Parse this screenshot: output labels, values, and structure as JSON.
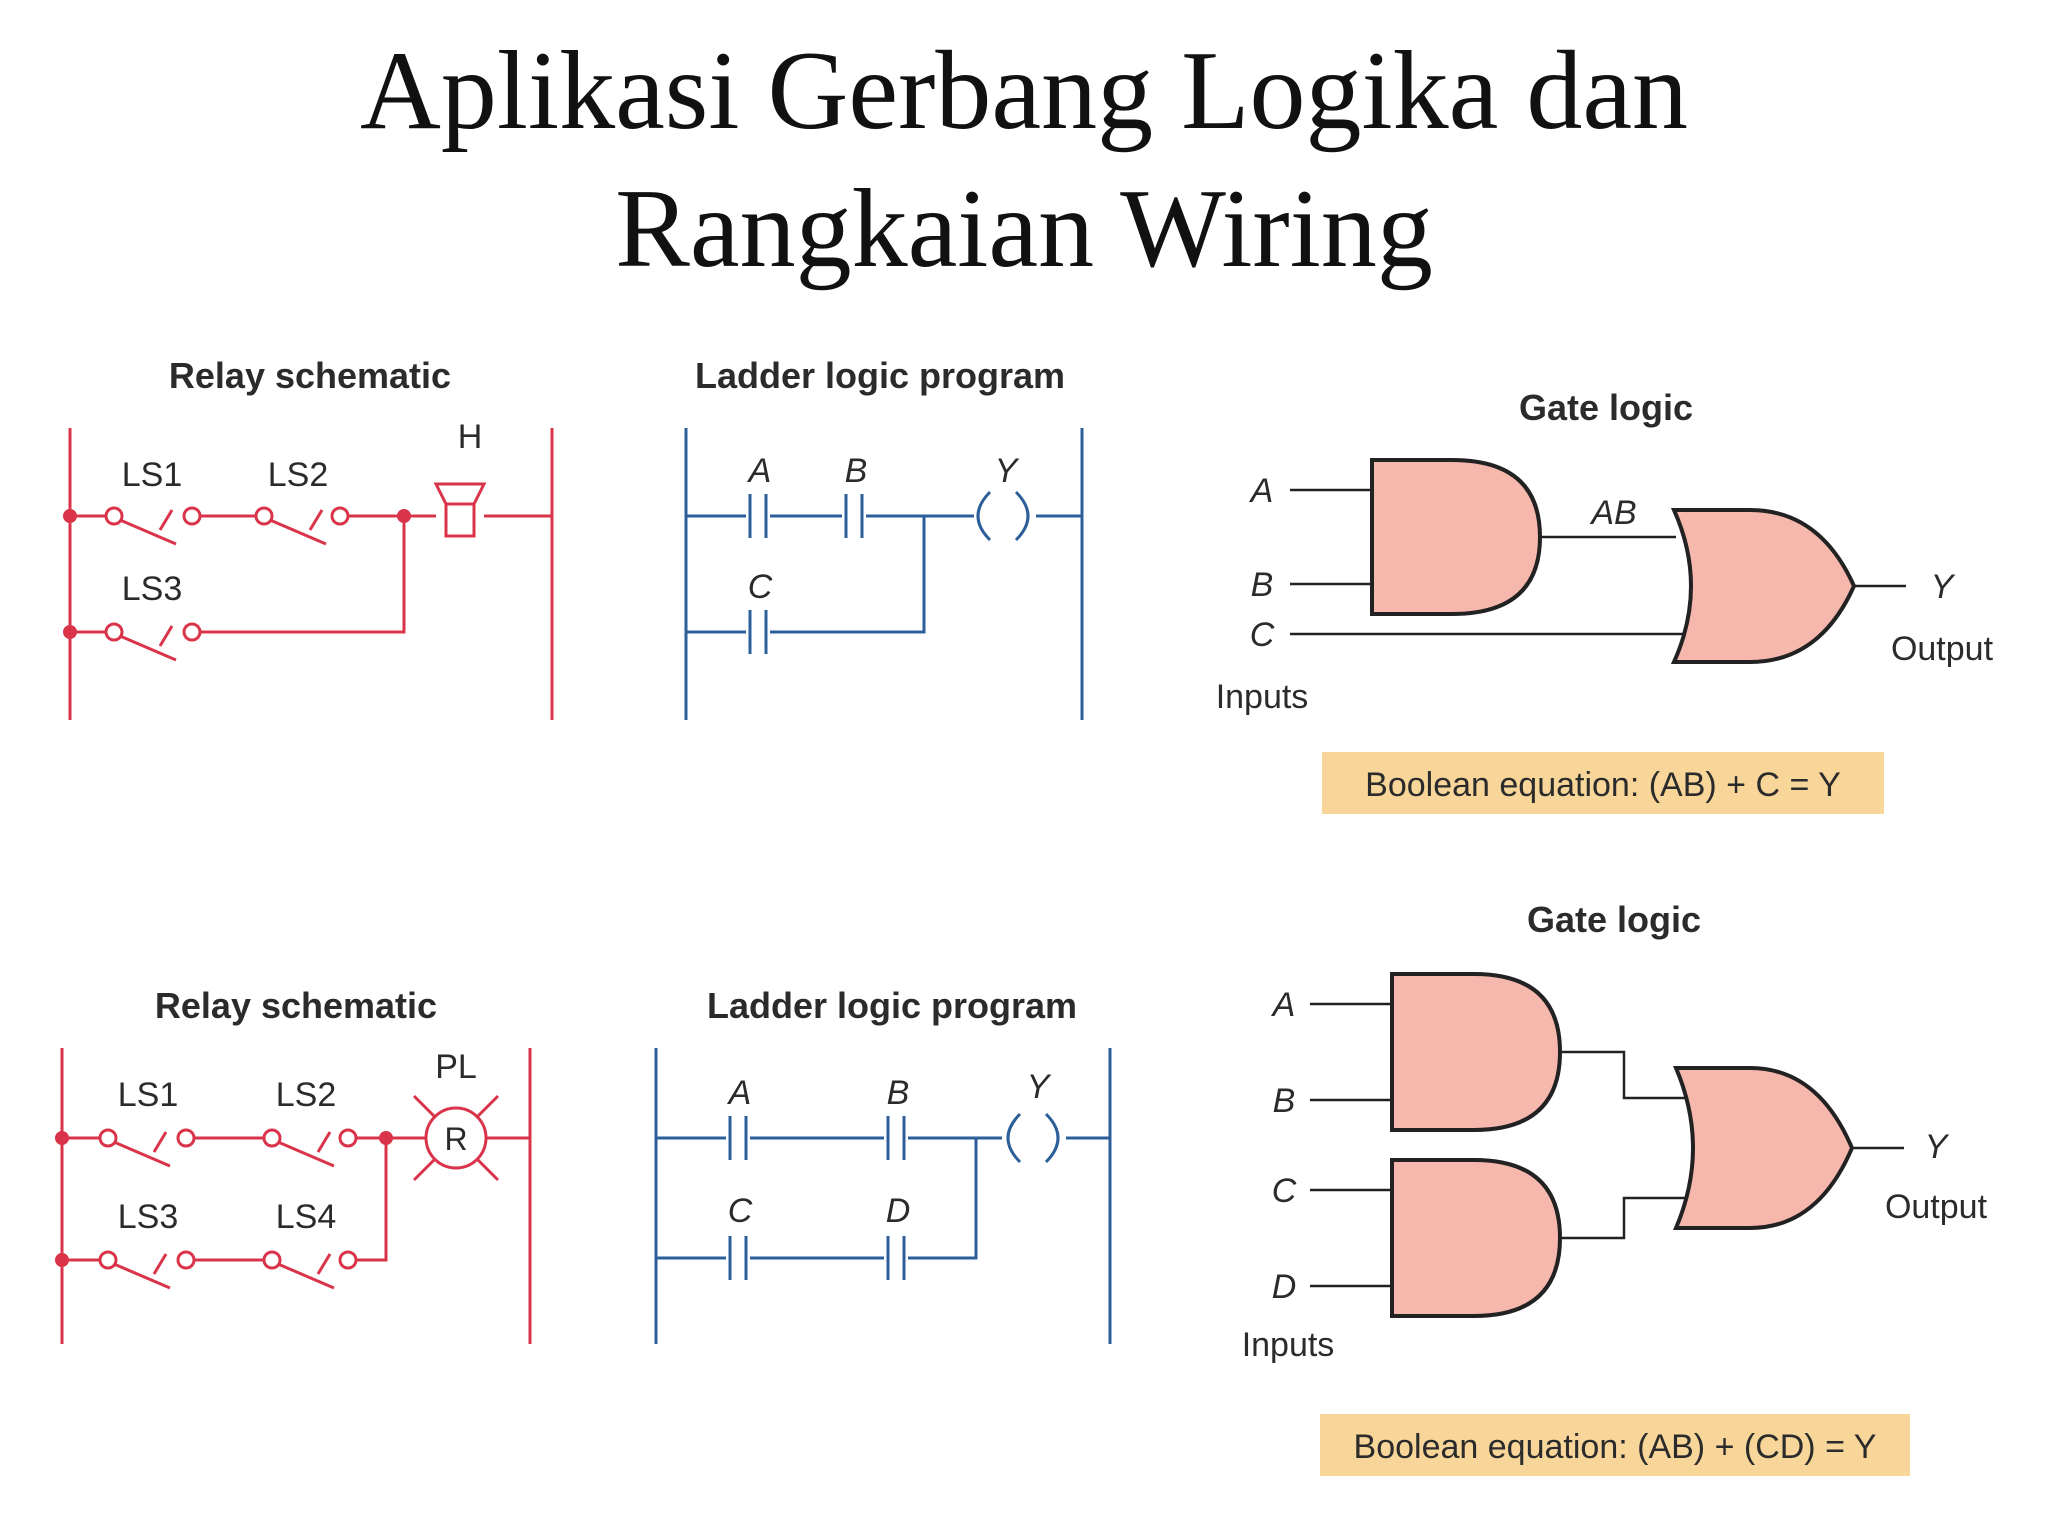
{
  "title": {
    "line1": "Aplikasi Gerbang Logika dan",
    "line2": "Rangkaian Wiring"
  },
  "colors": {
    "relay": "#d9344a",
    "ladder": "#2c5f99",
    "gate_fill": "#f6b7ad",
    "equation_box": "#f8d69a"
  },
  "top": {
    "relay": {
      "header": "Relay schematic",
      "ls1": "LS1",
      "ls2": "LS2",
      "ls3": "LS3",
      "load": "H"
    },
    "ladder": {
      "header": "Ladder logic program",
      "a": "A",
      "b": "B",
      "c": "C",
      "y": "Y"
    },
    "gate": {
      "header": "Gate logic",
      "a": "A",
      "b": "B",
      "c": "C",
      "ab": "AB",
      "y": "Y",
      "output": "Output",
      "inputs": "Inputs",
      "equation": "Boolean equation: (AB) + C = Y"
    }
  },
  "bottom": {
    "relay": {
      "header": "Relay schematic",
      "ls1": "LS1",
      "ls2": "LS2",
      "ls3": "LS3",
      "ls4": "LS4",
      "load": "PL",
      "lamp": "R"
    },
    "ladder": {
      "header": "Ladder logic program",
      "a": "A",
      "b": "B",
      "c": "C",
      "d": "D",
      "y": "Y"
    },
    "gate": {
      "header": "Gate logic",
      "a": "A",
      "b": "B",
      "c": "C",
      "d": "D",
      "y": "Y",
      "output": "Output",
      "inputs": "Inputs",
      "equation": "Boolean equation: (AB) + (CD) = Y"
    }
  }
}
